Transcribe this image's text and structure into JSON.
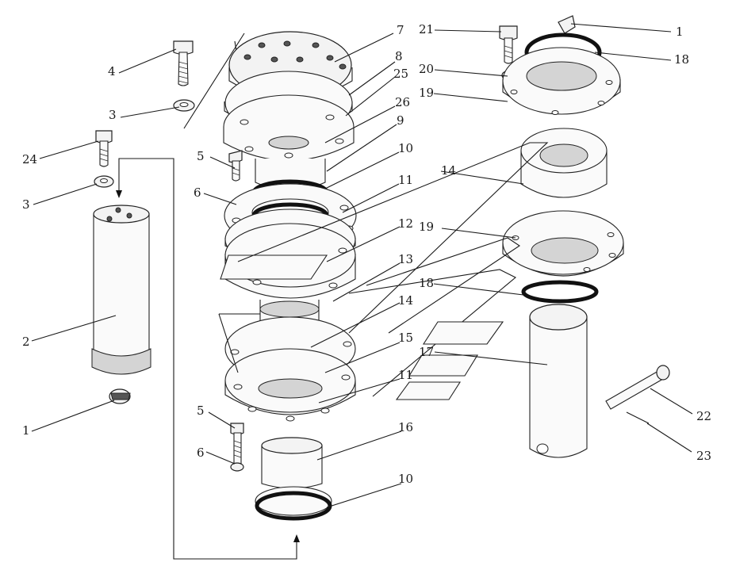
{
  "figure": {
    "labels": [
      {
        "id": "l1a",
        "text": "1"
      },
      {
        "id": "l1b",
        "text": "1"
      },
      {
        "id": "l2",
        "text": "2"
      },
      {
        "id": "l3a",
        "text": "3"
      },
      {
        "id": "l3b",
        "text": "3"
      },
      {
        "id": "l4",
        "text": "4"
      },
      {
        "id": "l5a",
        "text": "5"
      },
      {
        "id": "l5b",
        "text": "5"
      },
      {
        "id": "l6a",
        "text": "6"
      },
      {
        "id": "l6b",
        "text": "6"
      },
      {
        "id": "l7",
        "text": "7"
      },
      {
        "id": "l8",
        "text": "8"
      },
      {
        "id": "l9",
        "text": "9"
      },
      {
        "id": "l10a",
        "text": "10"
      },
      {
        "id": "l10b",
        "text": "10"
      },
      {
        "id": "l11a",
        "text": "11"
      },
      {
        "id": "l11b",
        "text": "11"
      },
      {
        "id": "l12",
        "text": "12"
      },
      {
        "id": "l13",
        "text": "13"
      },
      {
        "id": "l14a",
        "text": "14"
      },
      {
        "id": "l14b",
        "text": "14"
      },
      {
        "id": "l15",
        "text": "15"
      },
      {
        "id": "l16",
        "text": "16"
      },
      {
        "id": "l17",
        "text": "17"
      },
      {
        "id": "l18a",
        "text": "18"
      },
      {
        "id": "l18b",
        "text": "18"
      },
      {
        "id": "l19a",
        "text": "19"
      },
      {
        "id": "l19b",
        "text": "19"
      },
      {
        "id": "l20",
        "text": "20"
      },
      {
        "id": "l21",
        "text": "21"
      },
      {
        "id": "l22",
        "text": "22"
      },
      {
        "id": "l23",
        "text": "23"
      },
      {
        "id": "l24",
        "text": "24"
      },
      {
        "id": "l25",
        "text": "25"
      },
      {
        "id": "l26",
        "text": "26"
      }
    ]
  }
}
